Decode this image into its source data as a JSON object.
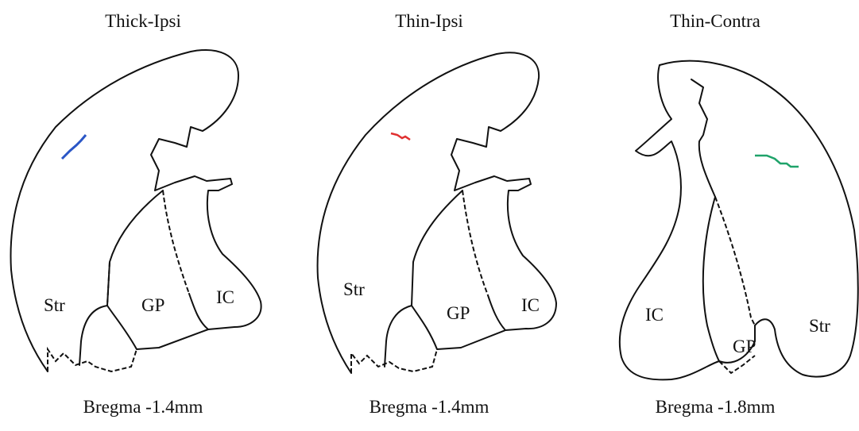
{
  "panels": [
    {
      "title": "Thick-Ipsi",
      "caption": "Bregma -1.4mm",
      "labels": {
        "str": "Str",
        "gp": "GP",
        "ic": "IC"
      },
      "lesion_color": "#2a56c6"
    },
    {
      "title": "Thin-Ipsi",
      "caption": "Bregma -1.4mm",
      "labels": {
        "str": "Str",
        "gp": "GP",
        "ic": "IC"
      },
      "lesion_color": "#e03030"
    },
    {
      "title": "Thin-Contra",
      "caption": "Bregma -1.8mm",
      "labels": {
        "str": "Str",
        "gp": "GP",
        "ic": "IC"
      },
      "lesion_color": "#1fa36a"
    }
  ]
}
